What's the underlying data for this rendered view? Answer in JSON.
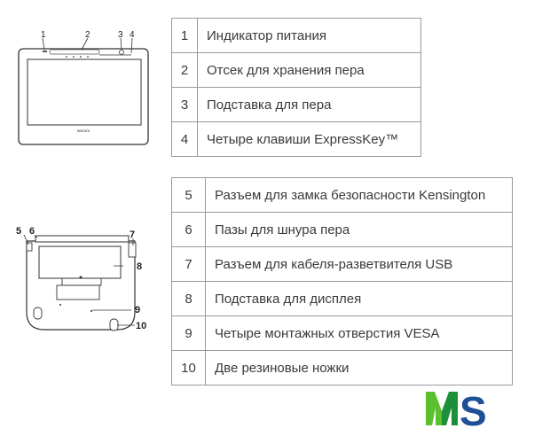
{
  "front_diagram": {
    "callouts": [
      "1",
      "2",
      "3",
      "4"
    ],
    "brand_mark": "wacom"
  },
  "back_diagram": {
    "callouts": [
      "5",
      "6",
      "7",
      "8",
      "9",
      "10"
    ]
  },
  "front_table": {
    "rows": [
      {
        "num": "1",
        "label": "Индикатор питания"
      },
      {
        "num": "2",
        "label": "Отсек для хранения пера"
      },
      {
        "num": "3",
        "label": "Подставка для пера"
      },
      {
        "num": "4",
        "label": "Четыре клавиши ExpressKey™"
      }
    ]
  },
  "back_table": {
    "rows": [
      {
        "num": "5",
        "label": "Разъем для замка безопасности Kensington"
      },
      {
        "num": "6",
        "label": "Пазы для шнура пера"
      },
      {
        "num": "7",
        "label": "Разъем для кабеля-разветвителя USB"
      },
      {
        "num": "8",
        "label": "Подставка для дисплея"
      },
      {
        "num": "9",
        "label": "Четыре монтажных отверстия VESA"
      },
      {
        "num": "10",
        "label": "Две резиновые ножки"
      }
    ]
  },
  "logo": {
    "letters": [
      "M",
      "S"
    ],
    "colors": {
      "m_left": "#5cc02e",
      "m_right": "#1c8f3a",
      "s": "#1f4f95"
    }
  }
}
